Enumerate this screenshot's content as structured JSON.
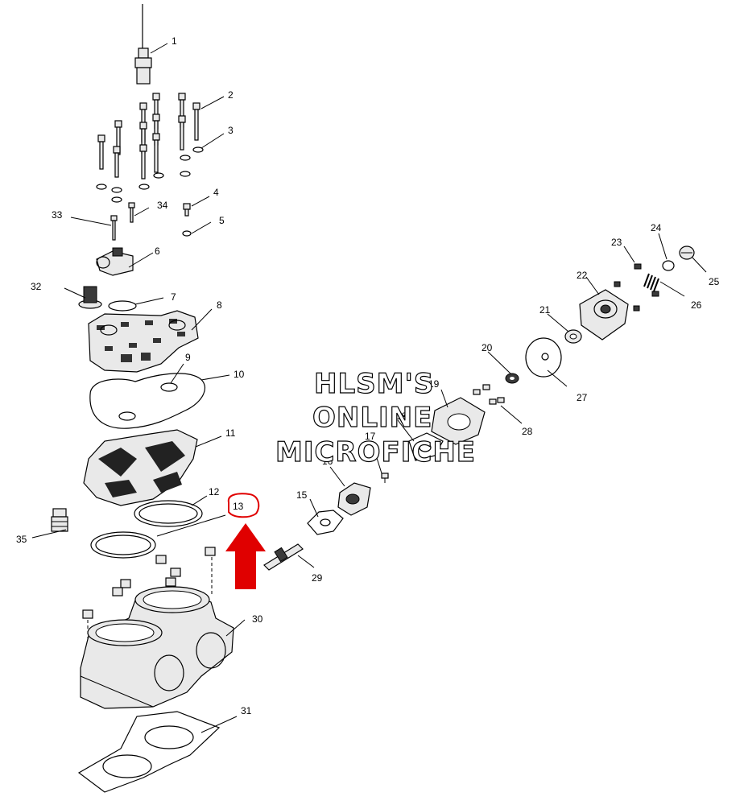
{
  "diagram": {
    "watermark": [
      "HLSM'S",
      "ONLINE",
      "MICROFICHE"
    ],
    "callouts": [
      "1",
      "2",
      "3",
      "4",
      "5",
      "6",
      "7",
      "8",
      "9",
      "10",
      "11",
      "12",
      "13",
      "14",
      "15",
      "16",
      "17",
      "18",
      "19",
      "20",
      "21",
      "22",
      "23",
      "24",
      "25",
      "26",
      "27",
      "28",
      "29",
      "30",
      "31",
      "32",
      "33",
      "34",
      "35"
    ],
    "highlighted_callout": "13",
    "highlight_color": "#e00000"
  }
}
